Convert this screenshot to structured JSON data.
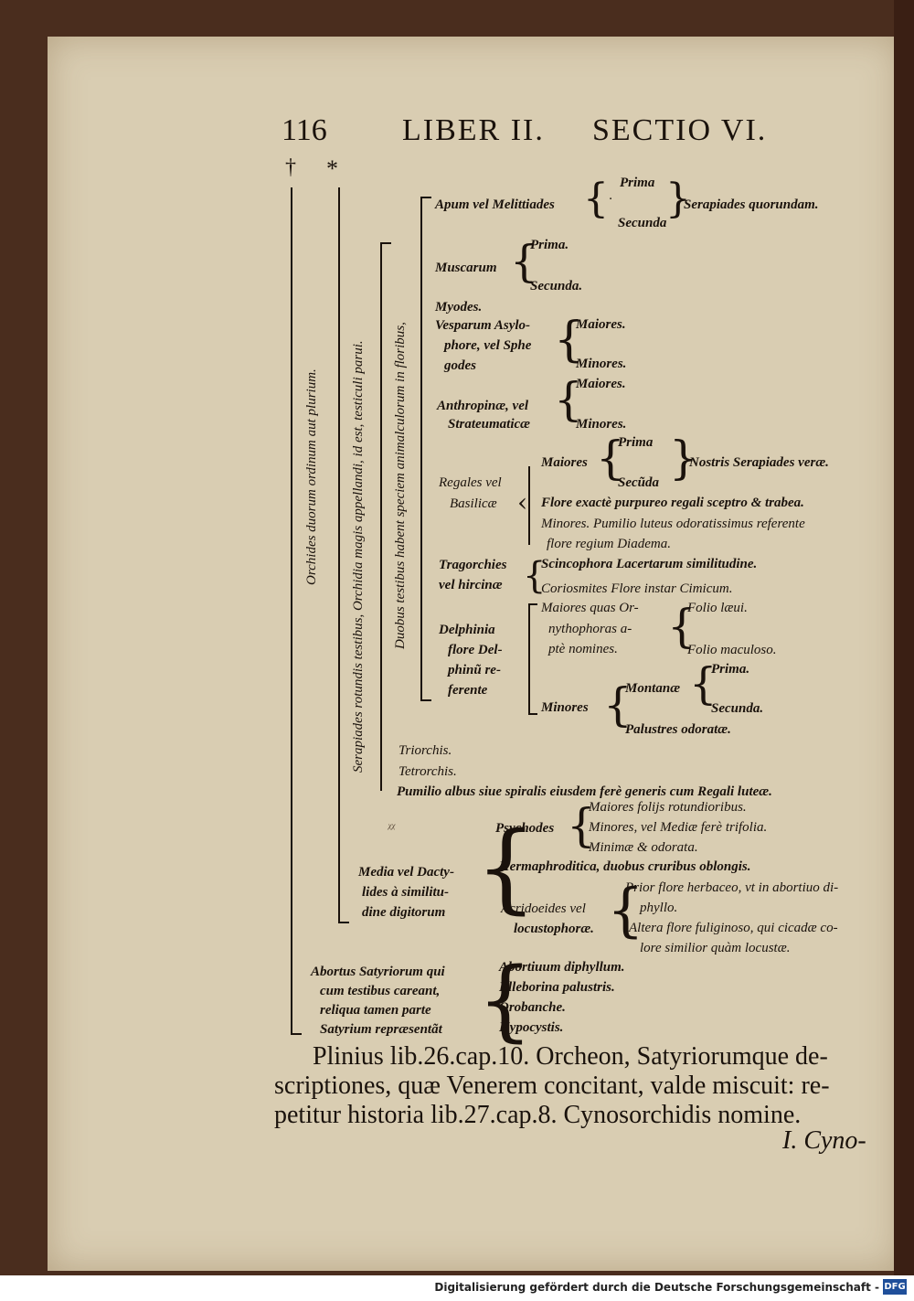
{
  "header": {
    "page_number": "116",
    "title": "LIBER II.",
    "section": "SECTIO VI."
  },
  "marks": {
    "dagger": "†",
    "asterisk": "*"
  },
  "vertical": {
    "v1": "Orchides duorum ordinum aut plurium.",
    "v2": "Serapiades rotundis testibus, Orchidia magis appellandi, id est, testiculi parui.",
    "v3": "Duobus testibus habent speciem animalculorum in floribus,"
  },
  "apum": {
    "label": "Apum vel Melittiades",
    "prima": "Prima",
    "dot": "·",
    "secunda": "Secunda",
    "result": "Serapiades quorundam."
  },
  "muscarum": {
    "label": "Muscarum",
    "prima": "Prima.",
    "secunda": "Secunda."
  },
  "myodes": "Myodes.",
  "vesparum": {
    "l1": "Vesparum Asylo-",
    "l2": "phore, vel Sphe",
    "l3": "godes",
    "maiores": "Maiores.",
    "minores": "Minores."
  },
  "anthropinae": {
    "l1": "Anthropinæ, vel",
    "l2": "Strateumaticæ",
    "maiores": "Maiores.",
    "minores": "Minores."
  },
  "regales": {
    "l1": "Regales vel",
    "l2": "Basilicæ",
    "maiores": "Maiores",
    "prima": "Prima",
    "secunda": "Secũda",
    "result": "Nostris Serapiades veræ.",
    "flore": "Flore exactè purpureo regali sceptro & trabea.",
    "minores1": "Minores. Pumilio luteus odoratissimus referente",
    "minores2": "flore regium Diadema."
  },
  "tragorchies": {
    "l1": "Tragorchies",
    "l2": "vel hircinæ",
    "a": "Scincophora Lacertarum similitudine.",
    "b": "Coriosmites Flore instar Cimicum."
  },
  "delphinia": {
    "l1": "Delphinia",
    "l2": "flore Del-",
    "l3": "phinũ re-",
    "l4": "ferente",
    "m1": "Maiores quas Or-",
    "m2": "nythophoras a-",
    "m3": "ptè nomines.",
    "folio1": "Folio læui.",
    "folio2": "Folio maculoso.",
    "minores": "Minores",
    "montanae": "Montanæ",
    "prima": "Prima.",
    "secunda": "Secunda.",
    "palustres": "Palustres odoratæ."
  },
  "rest": {
    "triorchis": "Triorchis.",
    "tetrorchis": "Tetrorchis.",
    "pumilio": "Pumilio albus siue spiralis eiusdem ferè generis cum Regali luteæ."
  },
  "media": {
    "l1": "Media vel Dacty-",
    "l2": "lides à similitu-",
    "l3": "dine digitorum",
    "scribble": "ᵡᵡ",
    "psychodes": "Psychodes",
    "p1": "Maiores folijs rotundioribus.",
    "p2": "Minores, vel Mediæ ferè trifolia.",
    "p3": "Minimæ & odorata.",
    "herm": "Hermaphroditica, duobus cruribus oblongis.",
    "acr1": "Acridoeides vel",
    "acr2": "locustophoræ.",
    "prior1": "Prior flore herbaceo, vt in abortiuo di-",
    "prior2": "phyllo.",
    "altera1": "Altera flore fuliginoso, qui cicadæ co-",
    "altera2": "lore similior quàm locustæ."
  },
  "abortus": {
    "l1": "Abortus Satyriorum qui",
    "l2": "cum testibus careant,",
    "l3": "reliqua tamen parte",
    "l4": "Satyrium repræsentãt",
    "i1": "Abortiuum diphyllum.",
    "i2": "Elleborina palustris.",
    "i3": "Orobanche.",
    "i4": "Hypocystis."
  },
  "bodytext": {
    "l1": "Plinius lib.26.cap.10. Orcheon, Satyriorumque de-",
    "l2": "scriptiones, quæ Venerem concitant, valde miscuit: re-",
    "l3": "petitur historia lib.27.cap.8. Cynosorchidis nomine.",
    "catchword": "I. Cyno-"
  },
  "footer": {
    "text": "Digitalisierung gefördert durch die Deutsche Forschungsgemeinschaft -",
    "logo": "DFG"
  }
}
